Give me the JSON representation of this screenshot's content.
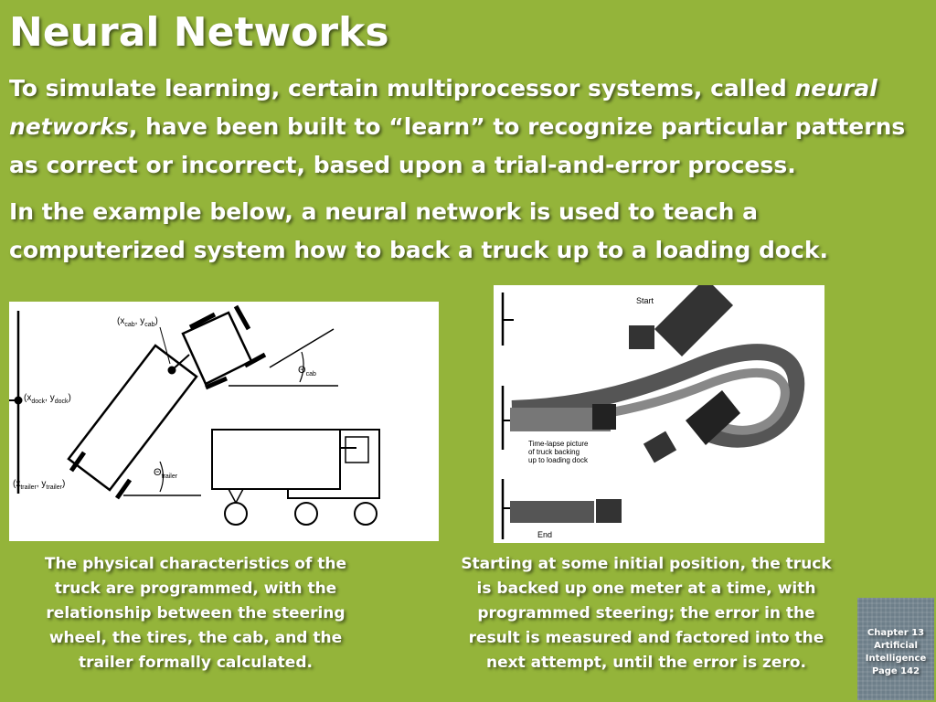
{
  "title": "Neural Networks",
  "intro": {
    "part1": "To simulate learning, certain multiprocessor systems, called ",
    "emphasis": "neural networks",
    "part2": ", have been built to “learn” to recognize particular patterns as correct or incorrect, based upon a trial-and-error process."
  },
  "example_text": "In the example below, a neural network is used to teach a computerized system how to back a truck up to a loading dock.",
  "left_diagram": {
    "labels": {
      "cab_pos": "(x",
      "cab_sub": "cab",
      "cab_y": ", y",
      "cab_y_sub": "cab",
      "dock_pos": "(x",
      "dock_sub": "dock",
      "dock_y": ", y",
      "dock_y_sub": "dock",
      "trailer_pos": "(x",
      "trailer_sub": "trailer",
      "trailer_y": ", y",
      "trailer_y_sub": "trailer",
      "theta": "Θ",
      "theta_cab_sub": "cab",
      "theta_trailer_sub": "trailer",
      "close_paren": ")"
    }
  },
  "right_diagram": {
    "start_label": "Start",
    "timelapse_line1": "Time-lapse picture",
    "timelapse_line2": "of truck backing",
    "timelapse_line3": "up to loading dock",
    "end_label": "End"
  },
  "caption_left": "The physical characteristics of the truck are programmed, with the relationship between the steering wheel, the tires, the cab, and the trailer formally calculated.",
  "caption_right": "Starting at some initial position, the truck is backed up one meter at a time, with programmed steering; the error in the result is measured and factored into the next attempt, until the error is zero.",
  "badge": {
    "line1": "Chapter 13",
    "line2": "Artificial",
    "line3": "Intelligence",
    "line4": "Page 142"
  },
  "colors": {
    "background": "#94b43a",
    "text": "#ffffff",
    "badge": "#6e7f8a"
  }
}
